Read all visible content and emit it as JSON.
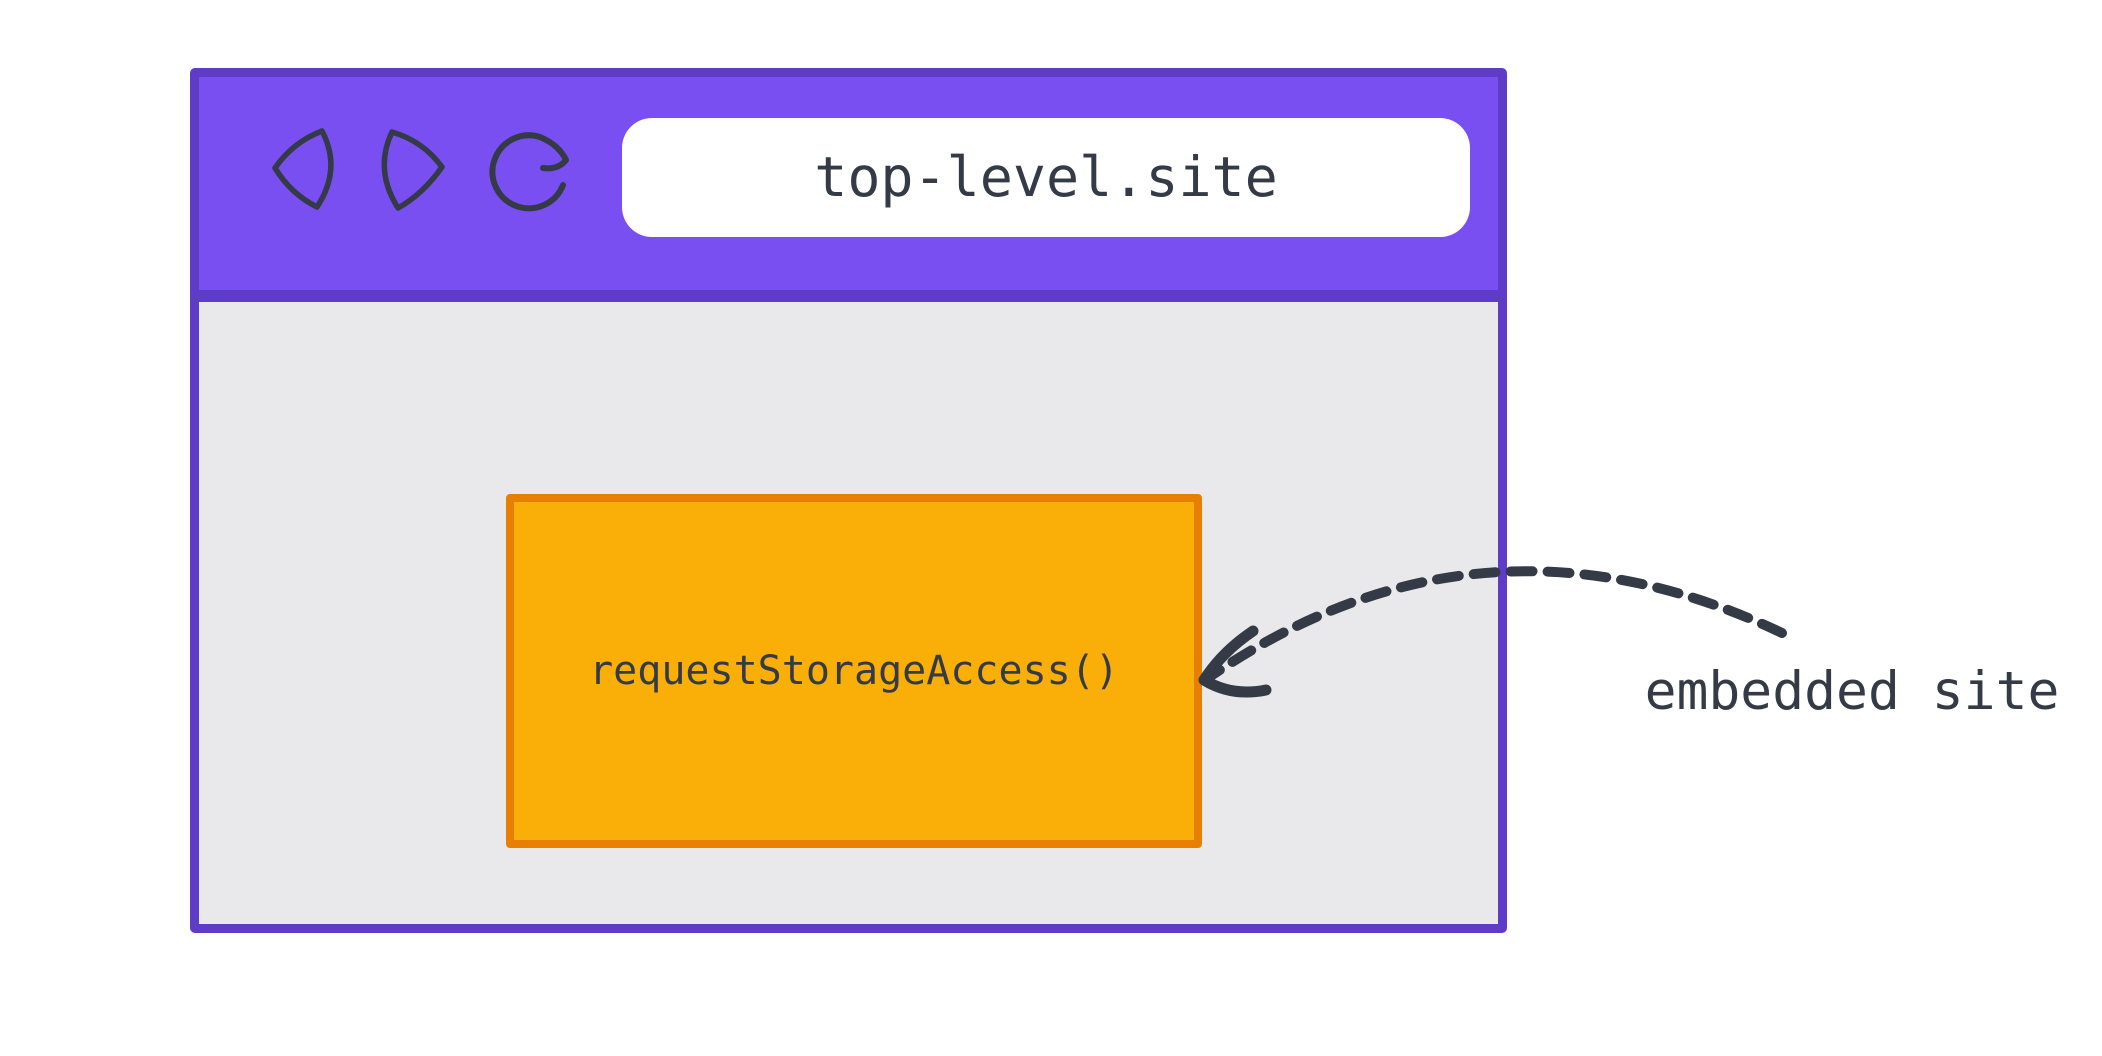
{
  "colors": {
    "canvas_bg": "#ffffff",
    "purple_fill": "#7a4ff2",
    "purple_border": "#5e3cc8",
    "content_bg": "#e9e9eb",
    "address_bg": "#ffffff",
    "orange_fill": "#faae08",
    "orange_border": "#e67f02",
    "ink": "#343b46"
  },
  "browser": {
    "toolbar": {
      "icons": {
        "back": "back-triangle-icon",
        "forward": "forward-triangle-icon",
        "reload": "reload-circular-arrow-icon"
      },
      "address_bar": {
        "value": "top-level.site"
      }
    },
    "content": {
      "embedded_frame": {
        "label": "requestStorageAccess()"
      }
    }
  },
  "annotation": {
    "label": "embedded site",
    "arrow": "dashed curved arrow pointing from label to embedded frame"
  }
}
